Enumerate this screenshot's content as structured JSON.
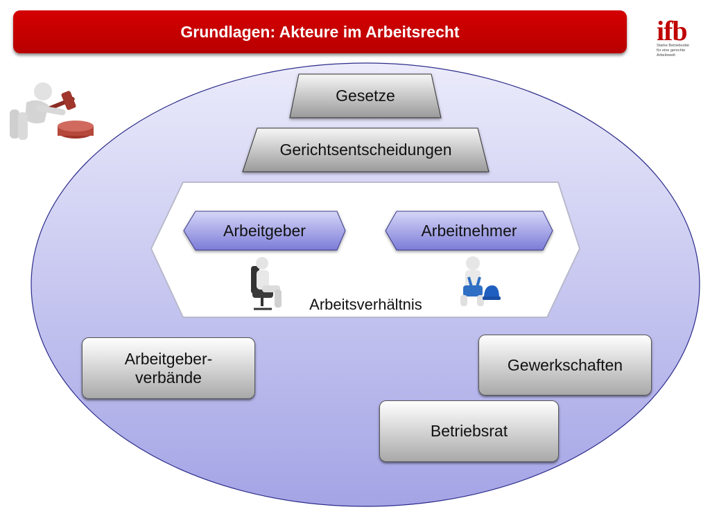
{
  "title": "Grundlagen: Akteure im Arbeitsrecht",
  "logo": {
    "mark": "ifb",
    "tagline": [
      "Starke Betriebsräte",
      "für eine gerechte",
      "Arbeitswelt"
    ]
  },
  "diagram": {
    "gesetze": "Gesetze",
    "gerichtsentscheidungen": "Gerichtsentscheidungen",
    "arbeitgeber": "Arbeitgeber",
    "arbeitnehmer": "Arbeitnehmer",
    "arbeitsverhaeltnis": "Arbeitsverhältnis",
    "arbeitgeberverbaende": [
      "Arbeitgeber-",
      "verbände"
    ],
    "gewerkschaften": "Gewerkschaften",
    "betriebsrat": "Betriebsrat"
  },
  "colors": {
    "title_bar": "#c00000",
    "ellipse": "#b8b8ec",
    "chevron": "#8f8fe0",
    "box": "#c8c8c8"
  },
  "icons": [
    "judge-gavel-figure-icon",
    "employer-chair-figure-icon",
    "employee-figure-icon"
  ]
}
